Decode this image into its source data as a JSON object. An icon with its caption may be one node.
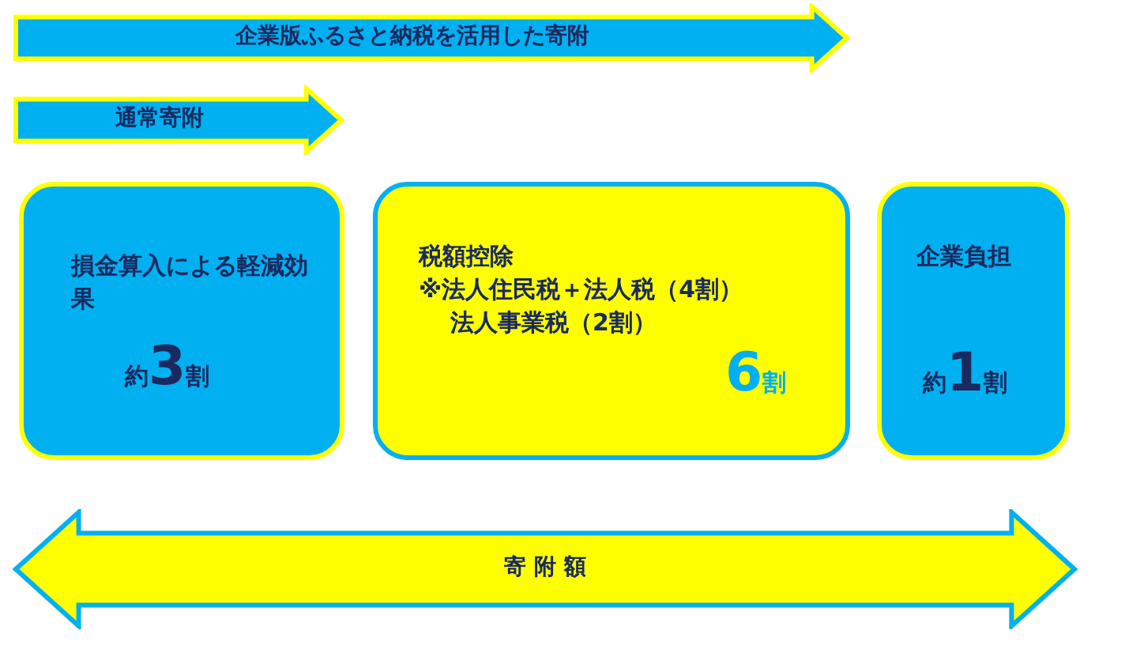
{
  "diagram": {
    "nodes": [
      {
        "text": [
          "企業版ふるさと納税を活用した寄附"
        ]
      },
      {
        "text": [
          "通常寄附"
        ]
      },
      {
        "text": [
          "損金算入による軽減効果",
          "約3割"
        ]
      },
      {
        "text": [
          "税額控除",
          "※法人住民税＋法人税（4割）",
          "法人事業税（2割）",
          "6割"
        ]
      },
      {
        "text": [
          "企業負担",
          "約1割"
        ]
      },
      {
        "text": [
          "寄 附 額"
        ]
      }
    ]
  }
}
